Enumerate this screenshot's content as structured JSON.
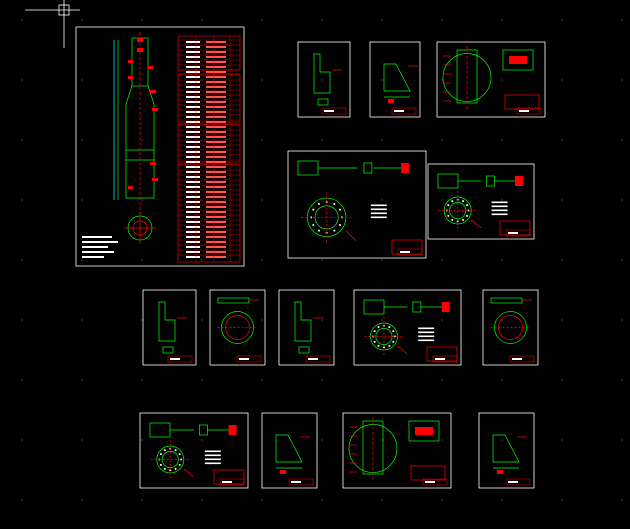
{
  "app": {
    "title": "CAD model space",
    "background": "#000000"
  },
  "colors": {
    "border": "#ffffff",
    "geometry": "#00ff00",
    "table": "#ff0000",
    "accent": "#ff0000",
    "text": "#ffffff",
    "dim": "#00ffff"
  },
  "crosshair": {
    "icon": "ucs-crosshair-icon"
  },
  "main_sheet": {
    "heading": "",
    "table_caption": ""
  },
  "detail_sheets": [
    {
      "kind": "bracket"
    },
    {
      "kind": "gusset"
    },
    {
      "kind": "section"
    },
    {
      "kind": "nozzle-plan"
    },
    {
      "kind": "nozzle-ring"
    },
    {
      "kind": "clip"
    },
    {
      "kind": "ring"
    },
    {
      "kind": "clip2"
    },
    {
      "kind": "nozzle-ring2"
    },
    {
      "kind": "ring2"
    },
    {
      "kind": "nozzle-ring3"
    },
    {
      "kind": "gusset2"
    },
    {
      "kind": "section2"
    },
    {
      "kind": "gusset3"
    }
  ]
}
